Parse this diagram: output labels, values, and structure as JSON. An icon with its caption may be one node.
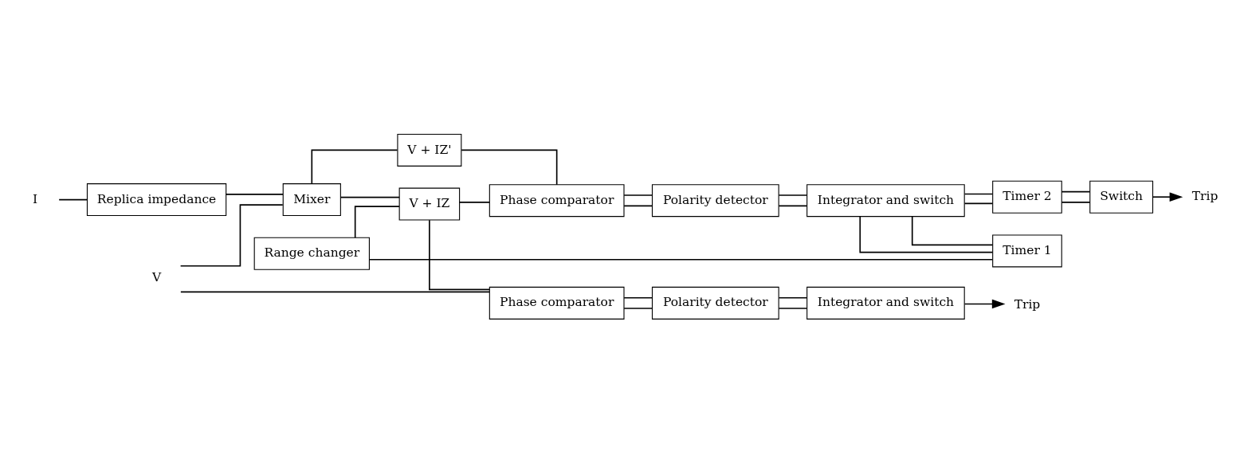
{
  "diagram": {
    "nodes": [
      {
        "text": [
          "I"
        ]
      },
      {
        "text": [
          "V"
        ]
      },
      {
        "text": [
          "Replica impedance"
        ]
      },
      {
        "text": [
          "Mixer"
        ]
      },
      {
        "text": [
          "Range changer"
        ]
      },
      {
        "text": [
          "V + IZ'"
        ]
      },
      {
        "text": [
          "V + IZ"
        ]
      },
      {
        "text": [
          "Phase comparator"
        ]
      },
      {
        "text": [
          "Polarity detector"
        ]
      },
      {
        "text": [
          "Integrator and switch"
        ]
      },
      {
        "text": [
          "Timer 2"
        ]
      },
      {
        "text": [
          "Switch"
        ]
      },
      {
        "text": [
          "Trip"
        ]
      },
      {
        "text": [
          "Timer 1"
        ]
      },
      {
        "text": [
          "Phase comparator"
        ]
      },
      {
        "text": [
          "Polarity detector"
        ]
      },
      {
        "text": [
          "Integrator and switch"
        ]
      },
      {
        "text": [
          "Trip"
        ]
      }
    ],
    "edges": [
      {
        "from": 0,
        "to": 2,
        "arrow": "none"
      },
      {
        "from": 1,
        "to": 3,
        "arrow": "none"
      },
      {
        "from": 1,
        "to": 14,
        "arrow": "none"
      },
      {
        "from": 2,
        "to": 3,
        "arrow": "none"
      },
      {
        "from": 3,
        "to": 5,
        "arrow": "none"
      },
      {
        "from": 3,
        "to": 6,
        "arrow": "none"
      },
      {
        "from": 4,
        "to": 6,
        "arrow": "none"
      },
      {
        "from": 4,
        "to": 13,
        "arrow": "none"
      },
      {
        "from": 5,
        "to": 7,
        "arrow": "none"
      },
      {
        "from": 6,
        "to": 7,
        "arrow": "none"
      },
      {
        "from": 6,
        "to": 14,
        "arrow": "none"
      },
      {
        "from": 7,
        "to": 8,
        "arrow": "none"
      },
      {
        "from": 7,
        "to": 8,
        "arrow": "none"
      },
      {
        "from": 8,
        "to": 9,
        "arrow": "none"
      },
      {
        "from": 8,
        "to": 9,
        "arrow": "none"
      },
      {
        "from": 9,
        "to": 13,
        "arrow": "none"
      },
      {
        "from": 9,
        "to": 13,
        "arrow": "none"
      },
      {
        "from": 9,
        "to": 10,
        "arrow": "none"
      },
      {
        "from": 9,
        "to": 10,
        "arrow": "none"
      },
      {
        "from": 10,
        "to": 11,
        "arrow": "none"
      },
      {
        "from": 10,
        "to": 11,
        "arrow": "none"
      },
      {
        "from": 11,
        "to": 12,
        "arrow": "to"
      },
      {
        "from": 14,
        "to": 15,
        "arrow": "none"
      },
      {
        "from": 14,
        "to": 15,
        "arrow": "none"
      },
      {
        "from": 15,
        "to": 16,
        "arrow": "none"
      },
      {
        "from": 15,
        "to": 16,
        "arrow": "none"
      },
      {
        "from": 16,
        "to": 17,
        "arrow": "to"
      }
    ]
  }
}
